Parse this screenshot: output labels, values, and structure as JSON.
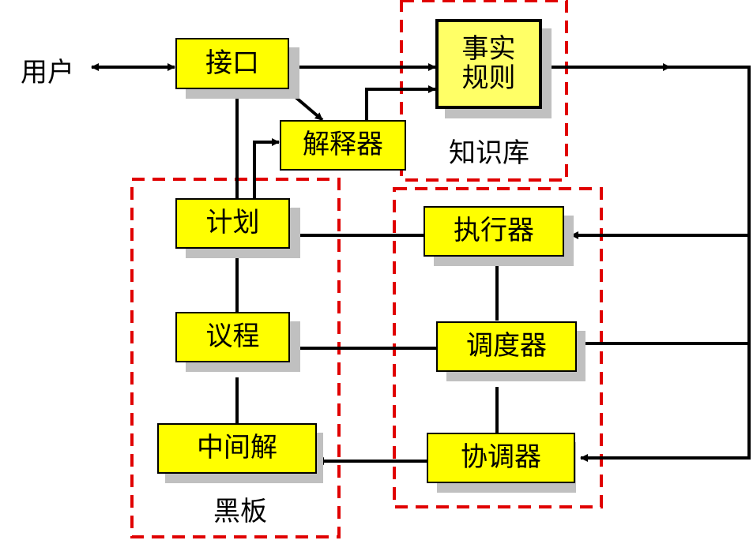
{
  "diagram": {
    "colors": {
      "box_fill": "#ffff00",
      "kb_fill": "#ffff66",
      "group_border": "#e00000",
      "shadow": "#c0c0c0"
    },
    "user_label": "用户",
    "nodes": {
      "interface": "接口",
      "interpreter": "解释器",
      "facts_rules_line1": "事实",
      "facts_rules_line2": "规则",
      "plan": "计划",
      "agenda": "议程",
      "intermediate": "中间解",
      "executor": "执行器",
      "scheduler": "调度器",
      "coordinator": "协调器"
    },
    "groups": {
      "knowledge_base": "知识库",
      "blackboard": "黑板",
      "control": ""
    }
  }
}
